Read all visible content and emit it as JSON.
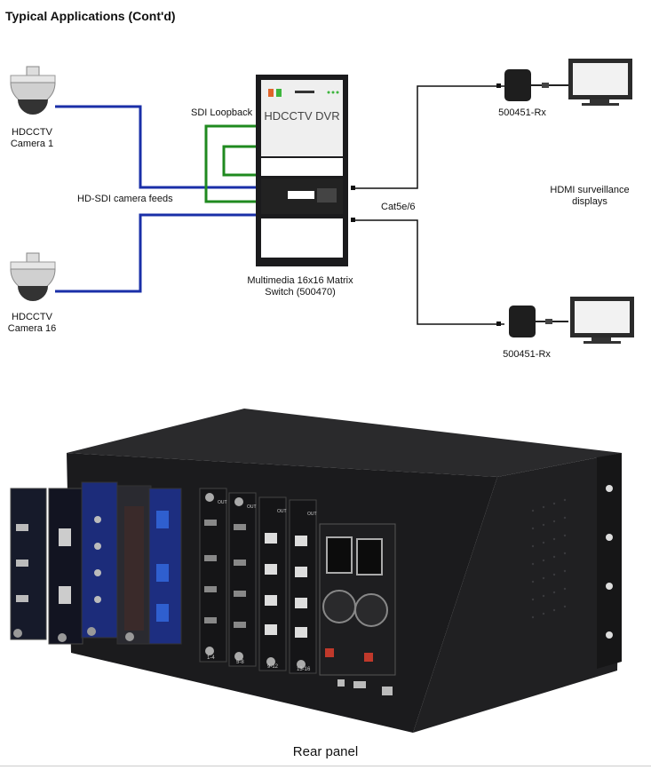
{
  "page": {
    "title": "Typical Applications (Cont'd)",
    "caption": "Rear panel"
  },
  "cameras": [
    {
      "line1": "HDCCTV",
      "line2": "Camera 1"
    },
    {
      "line1": "HDCCTV",
      "line2": "Camera 16"
    }
  ],
  "labels": {
    "sdi_loopback": "SDI Loopback",
    "camera_feeds": "HD-SDI camera feeds",
    "dvr": "HDCCTV DVR",
    "cable": "Cat5e/6",
    "matrix_line1": "Multimedia 16x16 Matrix",
    "matrix_line2": "Switch (500470)",
    "displays_line1": "HDMI surveillance",
    "displays_line2": "displays"
  },
  "receivers": [
    {
      "label": "500451-Rx"
    },
    {
      "label": "500451-Rx"
    }
  ],
  "chassis_marks": {
    "card_labels": [
      "1-4",
      "5-8",
      "9-12",
      "13-16"
    ],
    "port_labels": [
      "OUT",
      "OUT",
      "OUT",
      "OUT"
    ]
  },
  "colors": {
    "feed_line": "#1a2fa8",
    "loop_line": "#1f8a1f",
    "cat_line": "#111111",
    "chassis": "#1b1b1d"
  }
}
